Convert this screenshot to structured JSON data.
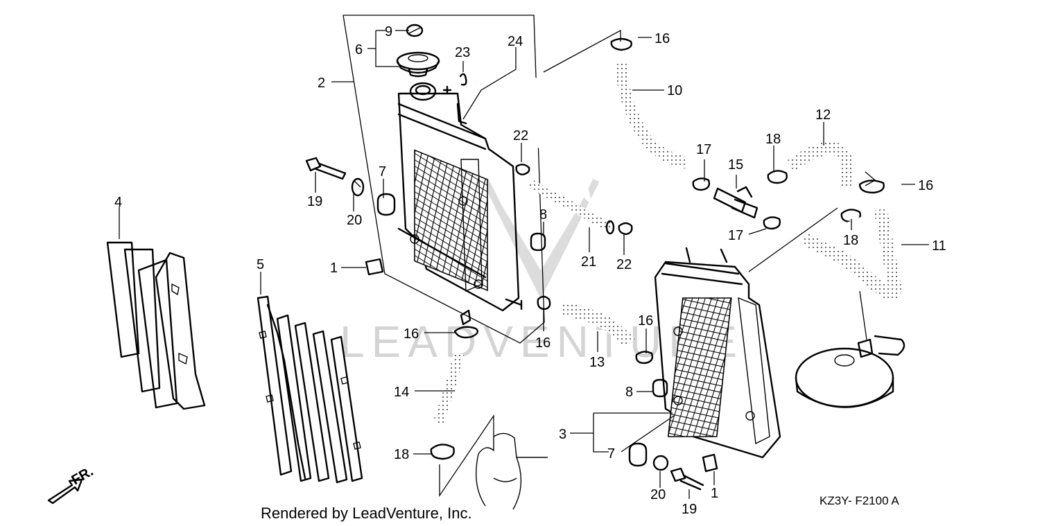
{
  "callouts": {
    "c1a": "1",
    "c1b": "1",
    "c2": "2",
    "c3": "3",
    "c4": "4",
    "c5": "5",
    "c6": "6",
    "c7a": "7",
    "c7b": "7",
    "c8a": "8",
    "c8b": "8",
    "c9": "9",
    "c10": "10",
    "c11": "11",
    "c12": "12",
    "c13": "13",
    "c14": "14",
    "c15": "15",
    "c16a": "16",
    "c16b": "16",
    "c16c": "16",
    "c16d": "16",
    "c16e": "16",
    "c17a": "17",
    "c17b": "17",
    "c18a": "18",
    "c18b": "18",
    "c18c": "18",
    "c19a": "19",
    "c19b": "19",
    "c20a": "20",
    "c20b": "20",
    "c21": "21",
    "c22a": "22",
    "c22b": "22",
    "c23": "23",
    "c24": "24"
  },
  "front_label": "FR.",
  "credit": "Rendered by LeadVenture, Inc.",
  "diagram_code": "KZ3Y- F2100 A",
  "watermark": "LEADVENTURE"
}
